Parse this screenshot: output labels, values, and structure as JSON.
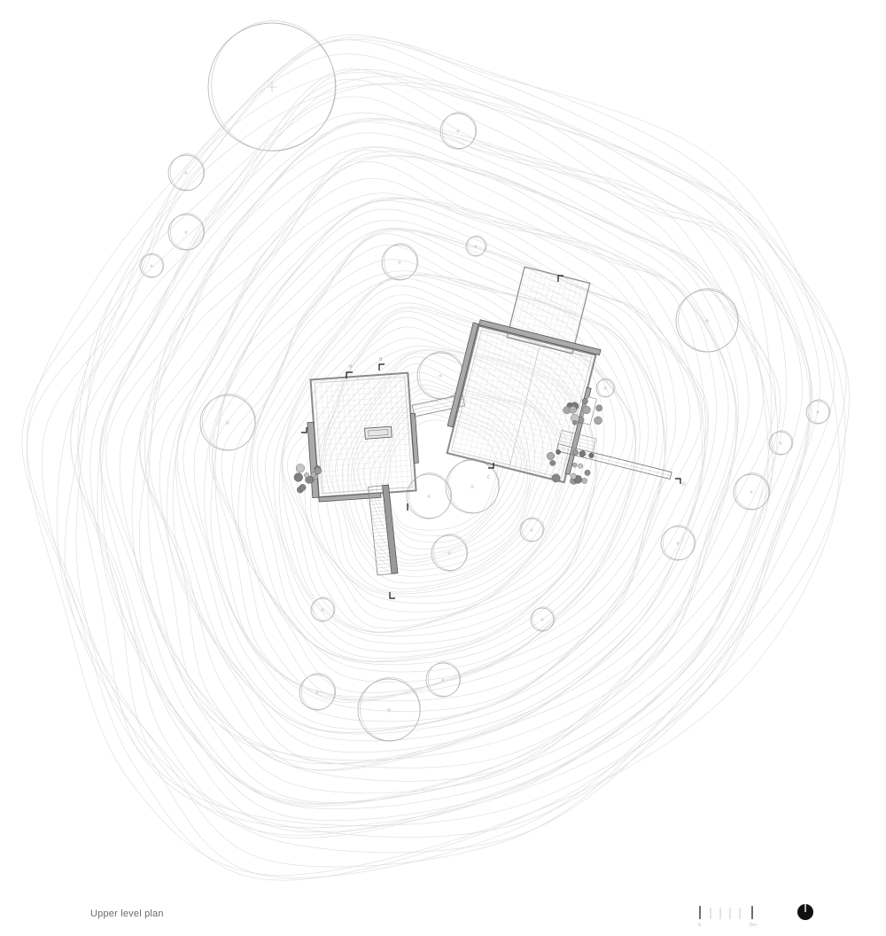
{
  "caption": "Upper level plan",
  "scale_bar": {
    "start_label": "0",
    "end_label": "5m"
  },
  "section_markers": [
    "A",
    "B",
    "C",
    "D"
  ],
  "colors": {
    "contour": "#dcdcdc",
    "tree": "#b9b9b9",
    "wall": "#8a8a8a",
    "deck_grid": "#d2d2d2",
    "shrub": "#9a9a9a",
    "ink": "#111111",
    "caption": "#6a6a6a"
  }
}
